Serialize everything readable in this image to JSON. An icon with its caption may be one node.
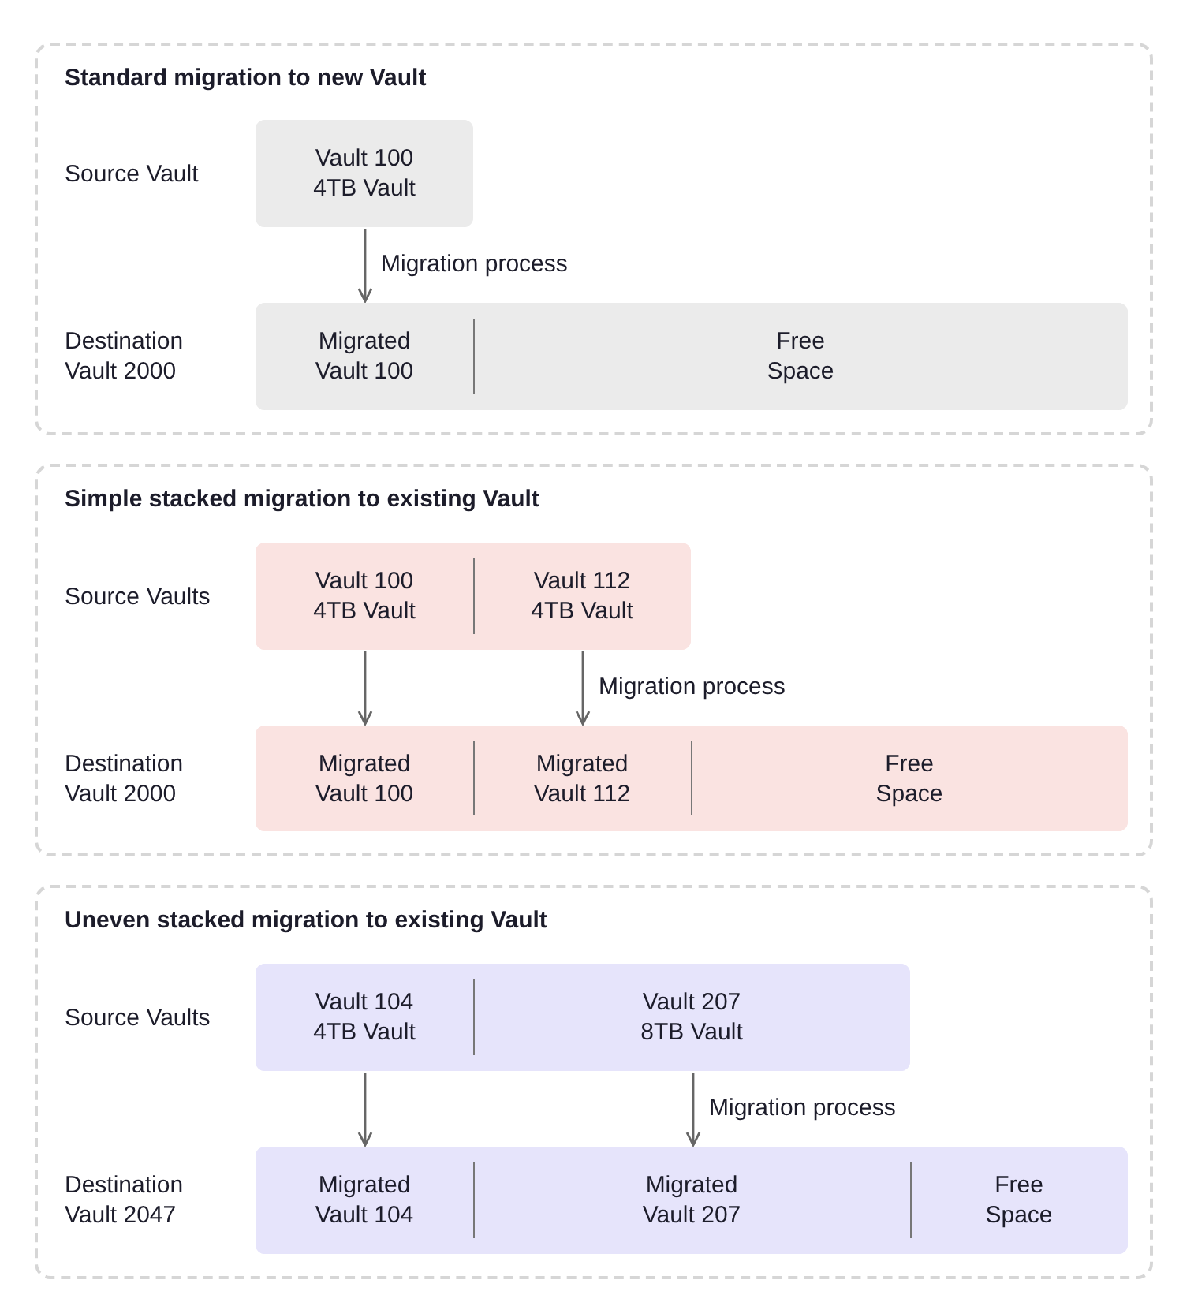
{
  "diagram": {
    "nodes": [
      {
        "text": [
          "Standard migration to new Vault"
        ]
      },
      {
        "text": [],
        "shape": "bar",
        "in": 0,
        "beside": [
          "Source Vault"
        ]
      },
      {
        "text": [
          "Vault 100 4TB Vault"
        ],
        "in": 1
      },
      {
        "text": [],
        "shape": "bar",
        "in": 0,
        "beside": [
          "Destination Vault 2000"
        ]
      },
      {
        "text": [
          "Migrated Vault 100"
        ],
        "in": 3
      },
      {
        "text": [
          "Free Space"
        ],
        "in": 3
      },
      {
        "text": [
          "Simple stacked migration to existing Vault"
        ]
      },
      {
        "text": [],
        "shape": "bar",
        "in": 6,
        "beside": [
          "Source Vaults"
        ]
      },
      {
        "text": [
          "Vault 100 4TB Vault"
        ],
        "in": 7
      },
      {
        "text": [
          "Vault 112 4TB Vault"
        ],
        "in": 7
      },
      {
        "text": [],
        "shape": "bar",
        "in": 6,
        "beside": [
          "Destination Vault 2000"
        ]
      },
      {
        "text": [
          "Migrated Vault 100"
        ],
        "in": 10
      },
      {
        "text": [
          "Migrated Vault 112"
        ],
        "in": 10
      },
      {
        "text": [
          "Free Space"
        ],
        "in": 10
      },
      {
        "text": [
          "Uneven stacked migration to existing Vault"
        ]
      },
      {
        "text": [],
        "shape": "bar",
        "in": 14,
        "beside": [
          "Source Vaults"
        ]
      },
      {
        "text": [
          "Vault 104 4TB Vault"
        ],
        "in": 15
      },
      {
        "text": [
          "Vault 207 8TB Vault"
        ],
        "in": 15
      },
      {
        "text": [],
        "shape": "bar",
        "in": 14,
        "beside": [
          "Destination Vault 2047"
        ]
      },
      {
        "text": [
          "Migrated Vault 104"
        ],
        "in": 18
      },
      {
        "text": [
          "Migrated Vault 207"
        ],
        "in": 18
      },
      {
        "text": [
          "Free Space"
        ],
        "in": 18
      }
    ],
    "edges": [
      {
        "from": 2,
        "to": 4,
        "arrow": "to",
        "label": "Migration process"
      },
      {
        "from": 8,
        "to": 11,
        "arrow": "to"
      },
      {
        "from": 9,
        "to": 12,
        "arrow": "to",
        "label": "Migration process"
      },
      {
        "from": 16,
        "to": 19,
        "arrow": "to"
      },
      {
        "from": 17,
        "to": 20,
        "arrow": "to",
        "label": "Migration process"
      }
    ]
  }
}
